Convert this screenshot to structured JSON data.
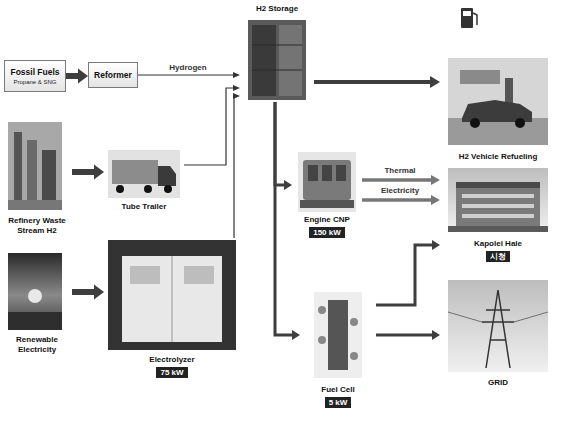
{
  "diagram": {
    "nodes": [
      {
        "text": [
          "Fossil Fuels",
          "Propane & SNG"
        ]
      },
      {
        "text": [
          "Reformer"
        ]
      },
      {
        "text": [
          "H2 Storage"
        ]
      },
      {
        "text": [
          "H2 Vehicle Refueling"
        ]
      },
      {
        "text": [
          "Refinery Waste Stream H2"
        ]
      },
      {
        "text": [
          "Tube Trailer"
        ]
      },
      {
        "text": [
          "Engine CNP",
          "150 kW"
        ]
      },
      {
        "text": [
          "Kapolei Hale",
          "시청"
        ]
      },
      {
        "text": [
          "Renewable Electricity"
        ]
      },
      {
        "text": [
          "Electrolyzer",
          "75 kW"
        ]
      },
      {
        "text": [
          "Fuel Cell",
          "5 kW"
        ]
      },
      {
        "text": [
          "GRID"
        ]
      }
    ],
    "edges": [
      {
        "from": 0,
        "to": 1,
        "arrow": "to"
      },
      {
        "from": 1,
        "to": 2,
        "label": "Hydrogen",
        "arrow": "to"
      },
      {
        "from": 2,
        "to": 3,
        "arrow": "to"
      },
      {
        "from": 4,
        "to": 5,
        "arrow": "to"
      },
      {
        "from": 5,
        "to": 2,
        "arrow": "to"
      },
      {
        "from": 8,
        "to": 9,
        "arrow": "to"
      },
      {
        "from": 9,
        "to": 2,
        "arrow": "to"
      },
      {
        "from": 2,
        "to": 6,
        "arrow": "to"
      },
      {
        "from": 2,
        "to": 10,
        "arrow": "to"
      },
      {
        "from": 6,
        "to": 7,
        "label": "Thermal",
        "arrow": "to"
      },
      {
        "from": 6,
        "to": 7,
        "label": "Electricity",
        "arrow": "to"
      },
      {
        "from": 10,
        "to": 7,
        "arrow": "to"
      },
      {
        "from": 10,
        "to": 11,
        "arrow": "to"
      }
    ]
  }
}
